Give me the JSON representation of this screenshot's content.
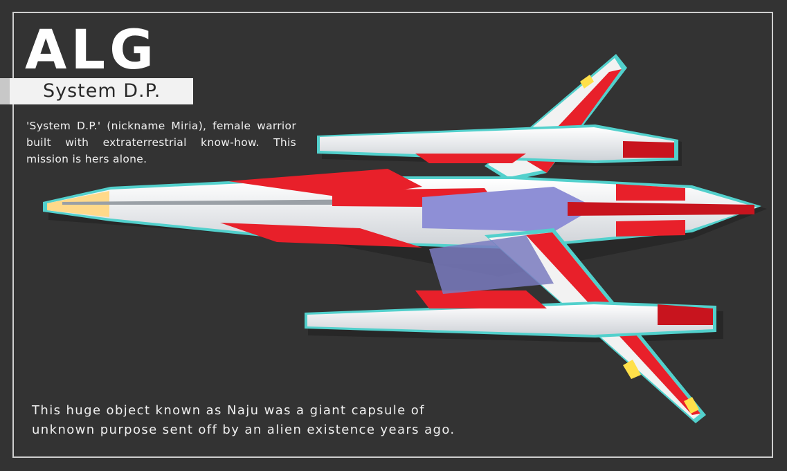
{
  "header": {
    "title": "ALG",
    "subtitle": "System D.P."
  },
  "description": "'System D.P.' (nickname Miria), female warrior built with extraterrestrial know-how. This mission is hers alone.",
  "footer": "This huge object known as Naju was a giant capsule of unknown purpose sent off by an alien existence years ago.",
  "colors": {
    "background": "#333333",
    "ship_red": "#e8202a",
    "ship_white": "#f2f2f2",
    "ship_outline": "#52d0cc",
    "ship_yellow": "#ffe04a"
  }
}
